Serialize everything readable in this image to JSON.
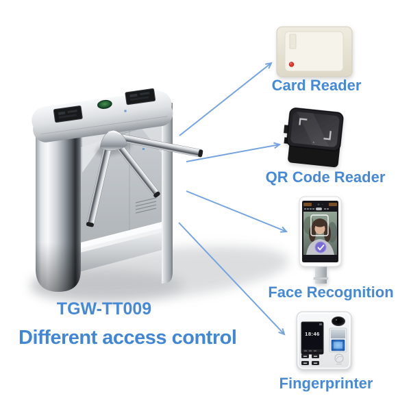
{
  "scene": {
    "background_color": "#ffffff",
    "accent_text_color": "#4689d6",
    "arrow_color": "#74a4e0"
  },
  "product": {
    "model_label": "TGW-TT009",
    "caption": "Different access control",
    "illustration": "tripod-turnstile",
    "turnstile_parts": [
      "card-reader-window-left",
      "card-reader-window-right",
      "green-indicator-button",
      "tripod-arms",
      "speaker-grille"
    ]
  },
  "devices": [
    {
      "id": "card-reader",
      "label": "Card Reader",
      "led_color": "#e6392e"
    },
    {
      "id": "qr-code-reader",
      "label": "QR Code Reader"
    },
    {
      "id": "face-recognition",
      "label": "Face Recognition"
    },
    {
      "id": "fingerprinter",
      "label": "Fingerprinter",
      "screen_time": "18:46"
    }
  ]
}
